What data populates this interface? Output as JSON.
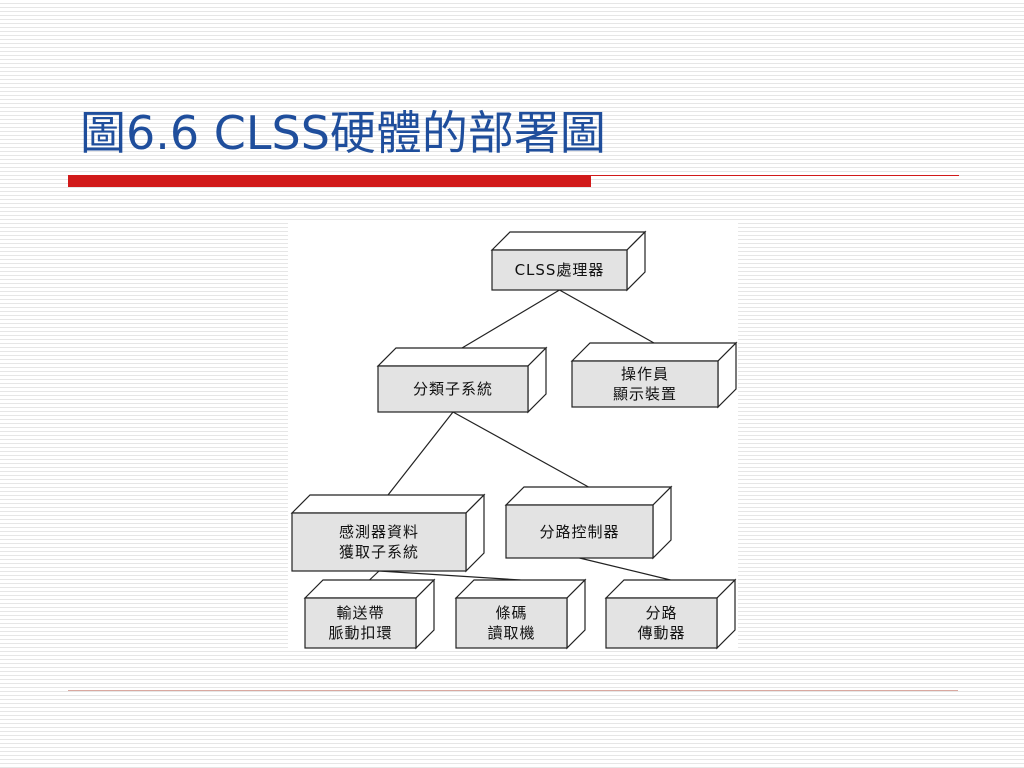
{
  "slide": {
    "title": "圖6.6 CLSS硬體的部署圖"
  },
  "colors": {
    "title_text": "#1f4e9c",
    "title_rule": "#d11a1a",
    "box_face": "#e3e3e3",
    "box_side": "#ffffff",
    "box_outline": "#222222"
  },
  "diagram": {
    "nodes": {
      "processor": {
        "lines": [
          "CLSS處理器"
        ]
      },
      "sorting_subsystem": {
        "lines": [
          "分類子系統"
        ]
      },
      "operator_display": {
        "lines": [
          "操作員",
          "顯示裝置"
        ]
      },
      "sensor_subsystem": {
        "lines": [
          "感測器資料",
          "獲取子系統"
        ]
      },
      "shunt_controller": {
        "lines": [
          "分路控制器"
        ]
      },
      "conveyor_pulse": {
        "lines": [
          "輸送帶",
          "脈動扣環"
        ]
      },
      "barcode_reader": {
        "lines": [
          "條碼",
          "讀取機"
        ]
      },
      "shunt_actuator": {
        "lines": [
          "分路",
          "傳動器"
        ]
      }
    },
    "edges": [
      [
        "processor",
        "sorting_subsystem"
      ],
      [
        "processor",
        "operator_display"
      ],
      [
        "sorting_subsystem",
        "sensor_subsystem"
      ],
      [
        "sorting_subsystem",
        "shunt_controller"
      ],
      [
        "sensor_subsystem",
        "conveyor_pulse"
      ],
      [
        "sensor_subsystem",
        "barcode_reader"
      ],
      [
        "shunt_controller",
        "shunt_actuator"
      ]
    ]
  }
}
